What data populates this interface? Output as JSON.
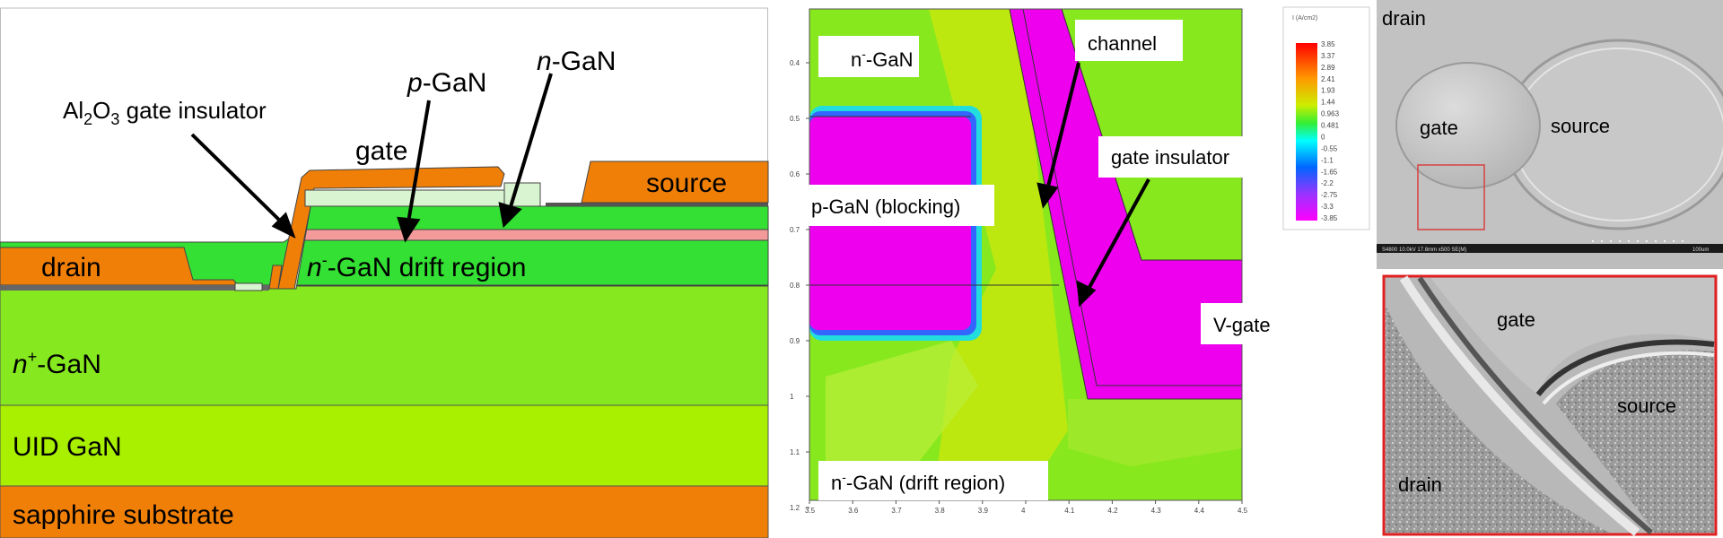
{
  "panel_a": {
    "labels": {
      "al2o3_main": "Al",
      "al2o3_sub2": "2",
      "al2o3_o": "O",
      "al2o3_sub3": "3",
      "al2o3_rest": " gate insulator",
      "p_ital": "p",
      "p_rest": "-GaN",
      "n_ital": "n",
      "n_rest": "-GaN",
      "gate": "gate",
      "source": "source",
      "drain": "drain",
      "drift_n": "n",
      "drift_sup": "-",
      "drift_rest": "-GaN drift region",
      "nplus_n": "n",
      "nplus_sup": "+",
      "nplus_rest": "-GaN",
      "uid": "UID GaN",
      "sapphire": "sapphire substrate"
    },
    "colors": {
      "orange": "#f07f08",
      "green": "#33e033",
      "nplus": "#86e81e",
      "uid": "#a8f000",
      "pink": "#f49a9a",
      "insulator": "#d8f4d0"
    }
  },
  "panel_b": {
    "labels": {
      "n_gan_top_n": "n",
      "n_gan_top_sup": "-",
      "n_gan_top_rest": "-GaN",
      "channel": "channel",
      "gate_insulator": "gate insulator",
      "p_gan_blocking": "p-GaN (blocking)",
      "v_gate": "V-gate",
      "drift_n": "n",
      "drift_sup": "-",
      "drift_rest": "-GaN (drift region)",
      "legend_title": "I (A/cm2)"
    },
    "y_ticks": [
      "0.4",
      "0.5",
      "0.6",
      "0.7",
      "0.8",
      "0.9",
      "1",
      "1.1",
      "1.2"
    ],
    "x_ticks": [
      "3.5",
      "3.6",
      "3.7",
      "3.8",
      "3.9",
      "4",
      "4.1",
      "4.2",
      "4.3",
      "4.4",
      "4.5"
    ],
    "legend_values": [
      "3.85",
      "3.37",
      "2.89",
      "2.41",
      "1.93",
      "1.44",
      "0.963",
      "0.481",
      "0",
      "-0.55",
      "-1.1",
      "-1.65",
      "-2.2",
      "-2.75",
      "-3.3",
      "-3.85"
    ]
  },
  "panel_c": {
    "labels": {
      "drain": "drain",
      "gate": "gate",
      "source": "source",
      "sem_info": "S4800 10.0kV 17.8mm x500 SE(M)",
      "scale": "100um"
    }
  },
  "panel_d": {
    "labels": {
      "gate": "gate",
      "source": "source",
      "drain": "drain"
    }
  }
}
